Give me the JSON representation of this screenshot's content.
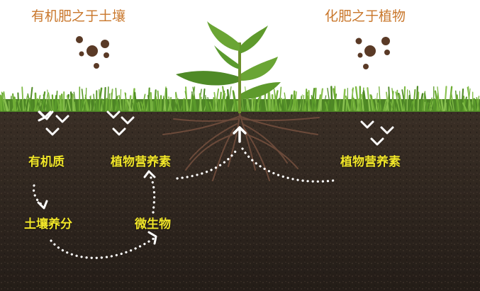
{
  "titles": {
    "left": "有机肥之于土壤",
    "right": "化肥之于植物"
  },
  "labels": {
    "organic_matter": "有机质",
    "plant_nutrients_left": "植物营养素",
    "soil_nutrients": "土壤养分",
    "microorganisms": "微生物",
    "plant_nutrients_right": "植物营养素"
  },
  "colors": {
    "title_text": "#c9772b",
    "label_text": "#f1e629",
    "soil": "#2c241e",
    "grass": "#5f9a2e",
    "sky": "#ffffff",
    "fertilizer_dots": "#5a3a26",
    "arrows": "#ffffff"
  },
  "icons": [
    "fertilizer-granules-icon",
    "down-arrows-icon",
    "plant-seedling-icon",
    "up-arrow-icon"
  ]
}
